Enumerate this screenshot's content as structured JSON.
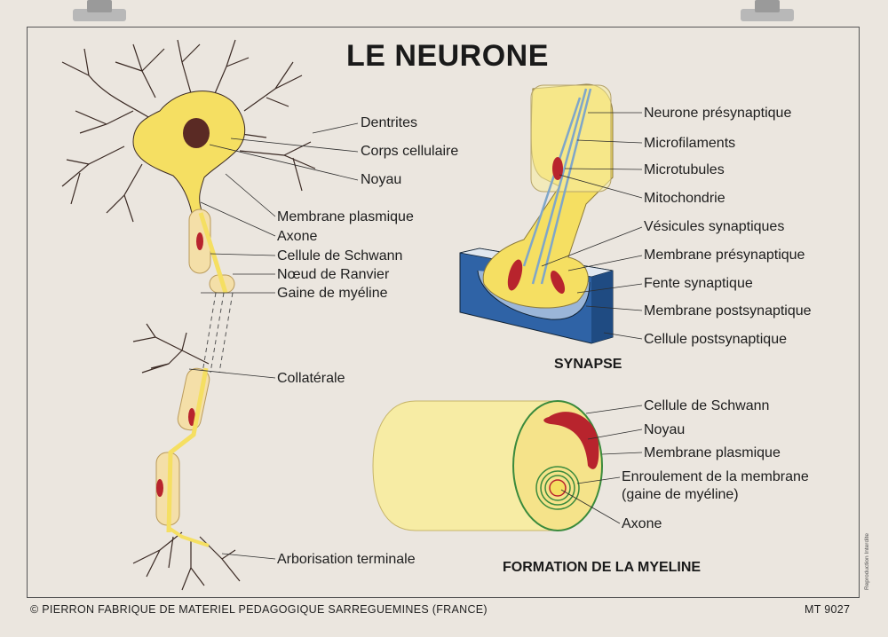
{
  "title": "LE NEURONE",
  "neuron_labels": {
    "dentrites": "Dentrites",
    "corps": "Corps cellulaire",
    "noyau": "Noyau",
    "membrane": "Membrane plasmique",
    "axone": "Axone",
    "schwann": "Cellule de Schwann",
    "ranvier": "Nœud de Ranvier",
    "gaine": "Gaine de myéline",
    "collaterale": "Collatérale",
    "arborisation": "Arborisation terminale"
  },
  "synapse": {
    "caption": "SYNAPSE",
    "labels": [
      "Neurone présynaptique",
      "Microfilaments",
      "Microtubules",
      "Mitochondrie",
      "Vésicules synaptiques",
      "Membrane présynaptique",
      "Fente synaptique",
      "Membrane postsynaptique",
      "Cellule postsynaptique"
    ]
  },
  "myeline": {
    "caption": "FORMATION DE LA MYELINE",
    "labels": {
      "schwann": "Cellule de Schwann",
      "noyau": "Noyau",
      "membrane": "Membrane plasmique",
      "enroulement_1": "Enroulement de la membrane",
      "enroulement_2": "(gaine de myéline)",
      "axone": "Axone"
    }
  },
  "footer": {
    "publisher": "© PIERRON FABRIQUE DE MATERIEL PEDAGOGIQUE SARREGUEMINES (FRANCE)",
    "ref": "MT 9027",
    "vertical_note": "Reproduction Interdite"
  },
  "colors": {
    "cell_yellow": "#f5df62",
    "myelin_cream": "#f7eca4",
    "nucleus_red": "#b8242d",
    "post_blue": "#2f63a6",
    "membrane_green": "#3a8a3c"
  }
}
